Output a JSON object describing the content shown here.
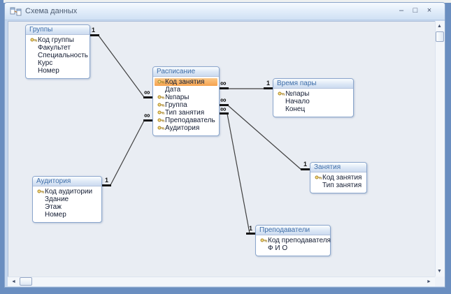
{
  "window": {
    "title": "Схема данных",
    "controls": {
      "minimize": "–",
      "maximize": "□",
      "close": "×"
    }
  },
  "icons": {
    "scroll_up": "▲",
    "scroll_down": "▼",
    "scroll_left": "◄",
    "scroll_right": "►"
  },
  "colors": {
    "mdi_background": "#6a8ec0",
    "canvas": "#e9edf3",
    "table_header_text": "#3e6ea9",
    "selected_field": "#f5a24f",
    "key_gold": "#c9a227"
  },
  "tables": {
    "groups": {
      "title": "Группы",
      "fields": [
        {
          "name": "Код группы",
          "key": true
        },
        {
          "name": "Факультет"
        },
        {
          "name": "Специальность"
        },
        {
          "name": "Курс"
        },
        {
          "name": "Номер"
        }
      ]
    },
    "schedule": {
      "title": "Расписание",
      "fields": [
        {
          "name": "Код занятия",
          "key": true,
          "selected": true
        },
        {
          "name": "Дата"
        },
        {
          "name": "№пары",
          "key": true
        },
        {
          "name": "Группа",
          "key": true
        },
        {
          "name": "Тип занятия",
          "key": true
        },
        {
          "name": "Преподаватель",
          "key": true
        },
        {
          "name": "Аудитория",
          "key": true
        }
      ]
    },
    "timeslot": {
      "title": "Время пары",
      "fields": [
        {
          "name": "№пары",
          "key": true
        },
        {
          "name": "Начало"
        },
        {
          "name": "Конец"
        }
      ]
    },
    "lessons": {
      "title": "Занятия",
      "fields": [
        {
          "name": "Код занятия",
          "key": true
        },
        {
          "name": "Тип занятия"
        }
      ]
    },
    "auditorium": {
      "title": "Аудитория",
      "fields": [
        {
          "name": "Код аудитории",
          "key": true
        },
        {
          "name": "Здание"
        },
        {
          "name": "Этаж"
        },
        {
          "name": "Номер"
        }
      ]
    },
    "teachers": {
      "title": "Преподаватели",
      "fields": [
        {
          "name": "Код преподавателя",
          "key": true
        },
        {
          "name": "Ф И О"
        }
      ]
    }
  },
  "relationships": [
    {
      "from": "Группы",
      "to": "Расписание",
      "one": "1",
      "many": "∞"
    },
    {
      "from": "Аудитория",
      "to": "Расписание",
      "one": "1",
      "many": "∞"
    },
    {
      "from": "Время пары",
      "to": "Расписание",
      "one": "1",
      "many": "∞"
    },
    {
      "from": "Занятия",
      "to": "Расписание",
      "one": "1",
      "many": "∞"
    },
    {
      "from": "Преподаватели",
      "to": "Расписание",
      "one": "1",
      "many": "∞"
    }
  ]
}
